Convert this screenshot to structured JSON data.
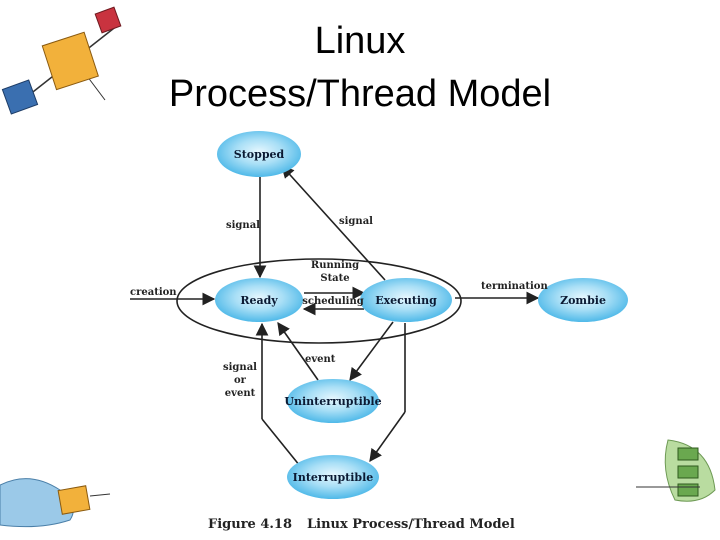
{
  "title": {
    "line1": "Linux",
    "line2": "Process/Thread Model"
  },
  "diagram": {
    "states": {
      "stopped": "Stopped",
      "ready": "Ready",
      "executing": "Executing",
      "zombie": "Zombie",
      "uninterruptible": "Uninterruptible",
      "interruptible": "Interruptible"
    },
    "running_state": [
      "Running",
      "State"
    ],
    "edges": {
      "creation": "creation",
      "termination": "termination",
      "scheduling": "scheduling",
      "signal_to_stopped": "signal",
      "signal_from_stopped": "signal",
      "event_to_ready": "event",
      "signal_or_event": [
        "signal",
        "or",
        "event"
      ]
    },
    "caption": {
      "number": "Figure 4.18",
      "text": "Linux Process/Thread Model"
    }
  },
  "colors": {
    "node_fill": "#5cc0ec",
    "node_center": "#c8ecfb",
    "stroke": "#222222"
  }
}
